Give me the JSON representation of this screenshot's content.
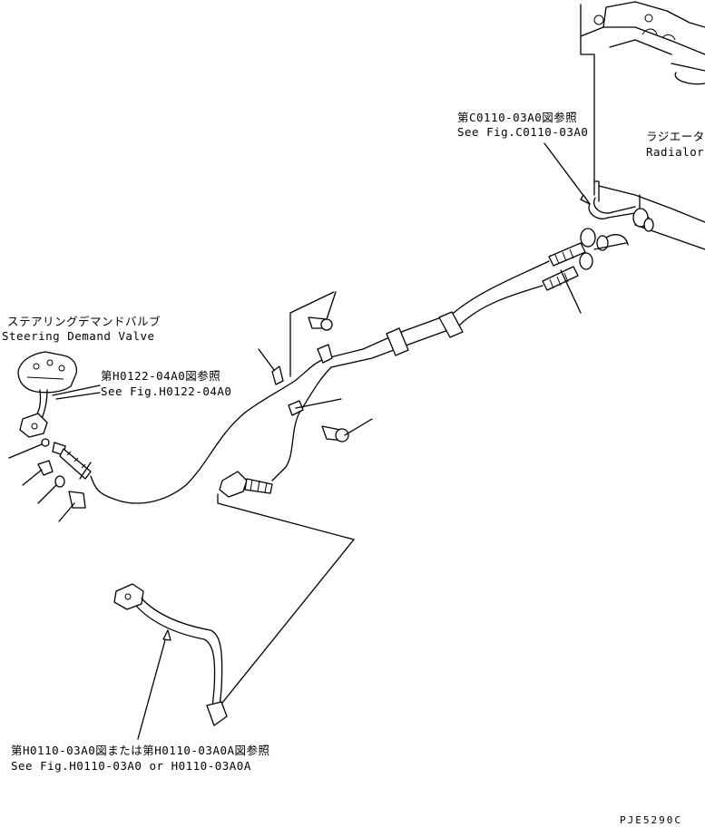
{
  "labels": {
    "ref_c0110_jp": "第C0110-03A0図参照",
    "ref_c0110_en": "See Fig.C0110-03A0",
    "radiator_jp": "ラジエータ",
    "radiator_en": "Radialor",
    "valve_jp": "ステアリングデマンドバルブ",
    "valve_en": "Steering Demand Valve",
    "ref_h0122_jp": "第H0122-04A0図参照",
    "ref_h0122_en": "See Fig.H0122-04A0",
    "ref_h0110_jp": "第H0110-03A0図または第H0110-03A0A図参照",
    "ref_h0110_en": "See Fig.H0110-03A0 or H0110-03A0A",
    "drawing_code": "PJE5290C"
  }
}
